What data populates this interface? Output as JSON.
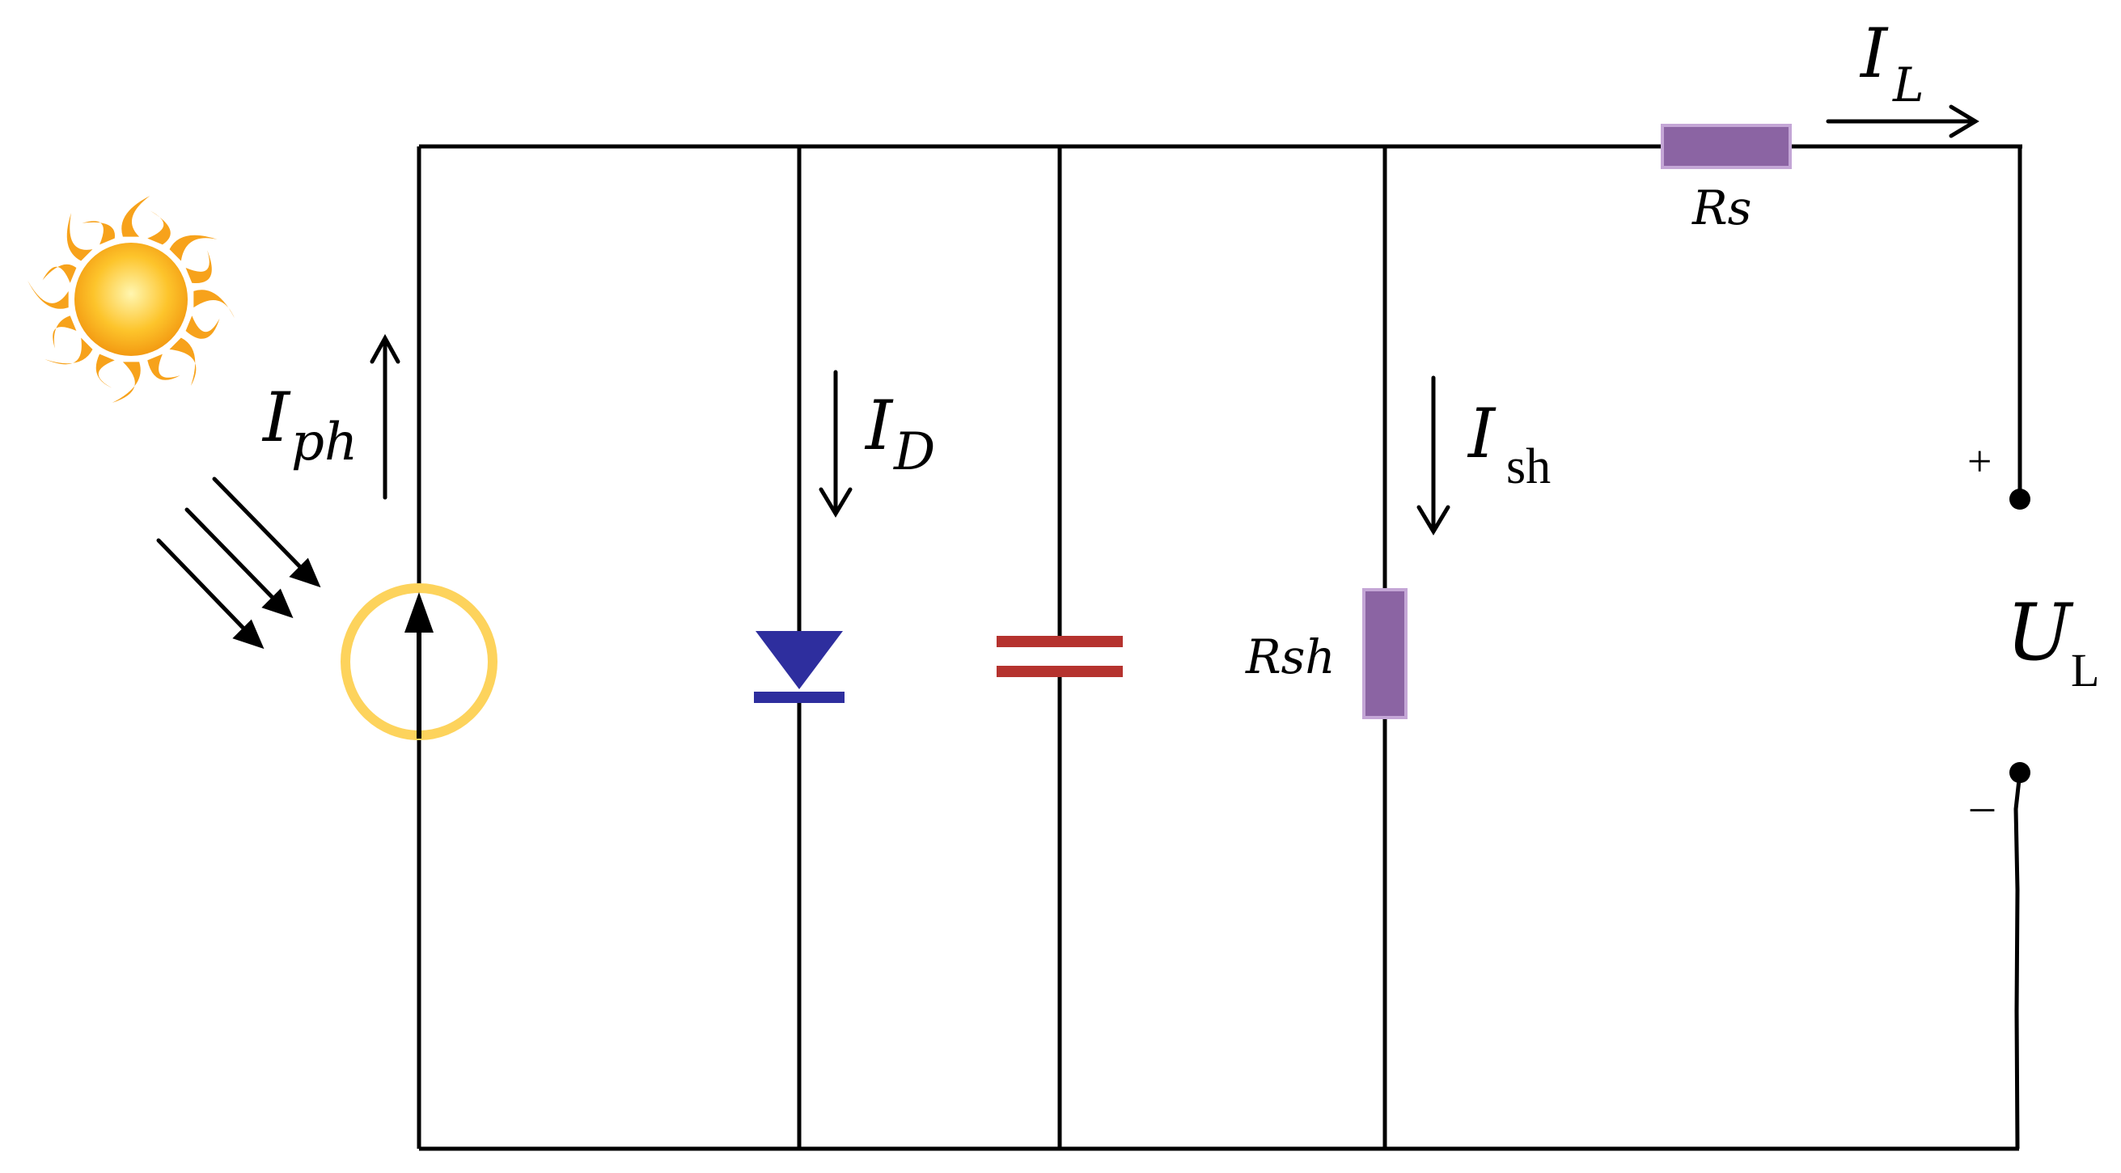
{
  "labels": {
    "iph_main": "I",
    "iph_sub": "ph",
    "id_main": "I",
    "id_sub": "D",
    "ish_main": "I",
    "ish_sub": "sh",
    "il_main": "I",
    "il_sub": "L",
    "rs": "Rs",
    "rsh": "Rsh",
    "ul_main": "U",
    "ul_sub": "L",
    "plus": "+",
    "minus": "–"
  },
  "colors": {
    "wire": "#000000",
    "source_ring": "#FDD35C",
    "diode": "#2E2E9E",
    "capacitor": "#B5322E",
    "resistor_fill": "#8B64A3",
    "resistor_edge": "#C4A6D6",
    "sun_core": "#FDB813",
    "sun_rays": "#F7A21B"
  },
  "icons": {
    "sun": "sun-icon",
    "light_rays": "light-rays-icon"
  }
}
